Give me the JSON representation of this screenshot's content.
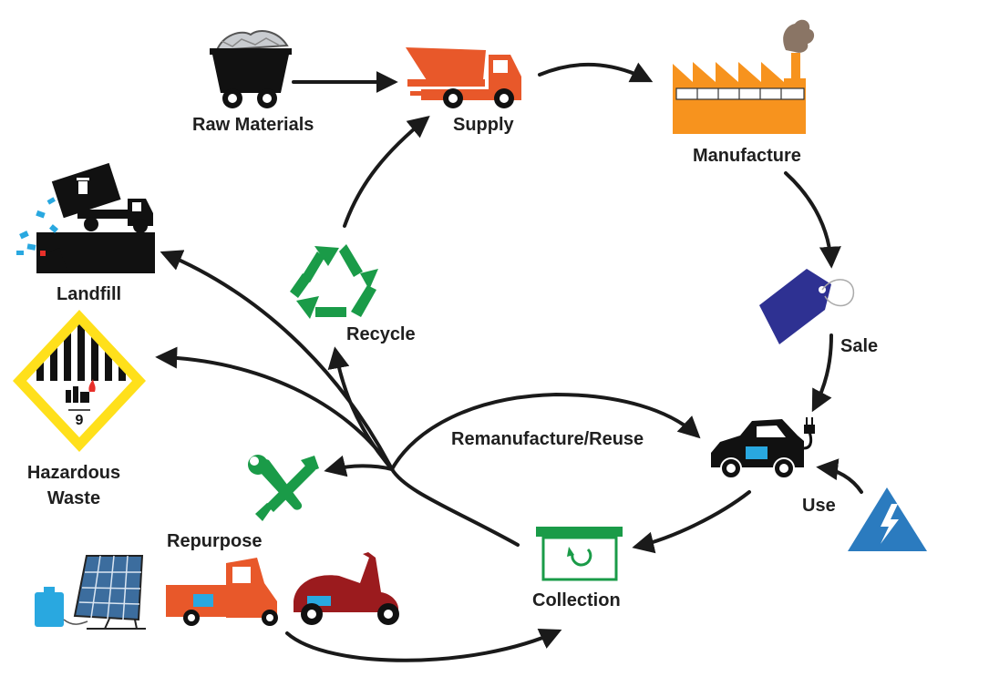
{
  "labels": {
    "raw_materials": "Raw Materials",
    "supply": "Supply",
    "manufacture": "Manufacture",
    "sale": "Sale",
    "use": "Use",
    "collection": "Collection",
    "remanufacture_reuse": "Remanufacture/Reuse",
    "recycle": "Recycle",
    "repurpose": "Repurpose",
    "landfill": "Landfill",
    "hazardous_waste_line1": "Hazardous",
    "hazardous_waste_line2": "Waste",
    "hazard_class_number": "9"
  },
  "colors": {
    "arrow": "#1a1a1a",
    "truck_orange": "#e8582a",
    "factory_orange": "#f7931e",
    "smoke": "#8a7565",
    "tag_blue": "#2e3192",
    "recycle_green": "#1a9b48",
    "collection_green": "#1a9b48",
    "tools_green": "#1a9b48",
    "battery_blue": "#29a8e0",
    "hazard_yellow": "#ffe01b",
    "lightning_blue": "#2b7bbf",
    "scooter_red": "#9b1b1e",
    "panel_blue": "#3c6d9e"
  },
  "icons": [
    "mine-cart-icon",
    "dump-truck-icon",
    "factory-icon",
    "price-tag-icon",
    "electric-car-icon",
    "lightning-icon",
    "collection-bin-icon",
    "recycle-icon",
    "tools-icon",
    "landfill-truck-icon",
    "hazard-diamond-icon",
    "solar-panel-icon",
    "tuk-tuk-icon",
    "scooter-icon"
  ]
}
